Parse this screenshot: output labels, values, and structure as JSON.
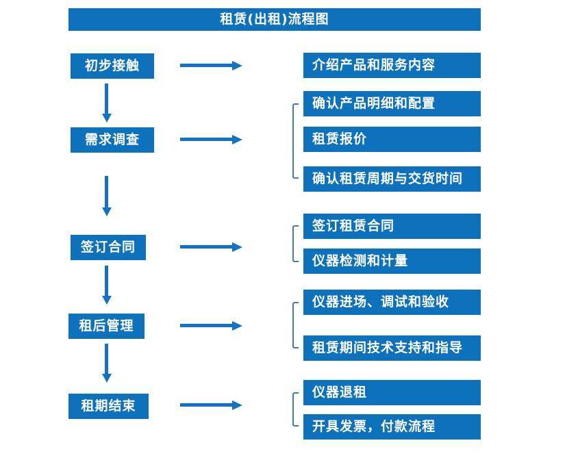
{
  "title": "租赁(出租)流程图",
  "colors": {
    "box-blue": "#0d71bc",
    "arrow-blue": "#1273c6",
    "bracket-blue": "#4579b2",
    "text-white": "#ffffff",
    "bg": "#ffffff"
  },
  "steps": [
    {
      "label": "初步接触",
      "details": [
        "介绍产品和服务内容"
      ]
    },
    {
      "label": "需求调查",
      "details": [
        "确认产品明细和配置",
        "租赁报价",
        "确认租赁周期与交货时间"
      ]
    },
    {
      "label": "签订合同",
      "details": [
        "签订租赁合同",
        "仪器检测和计量"
      ]
    },
    {
      "label": "租后管理",
      "details": [
        "仪器进场、调试和验收",
        "租赁期间技术支持和指导"
      ]
    },
    {
      "label": "租期结束",
      "details": [
        "仪器退租",
        "开具发票，付款流程"
      ]
    }
  ]
}
